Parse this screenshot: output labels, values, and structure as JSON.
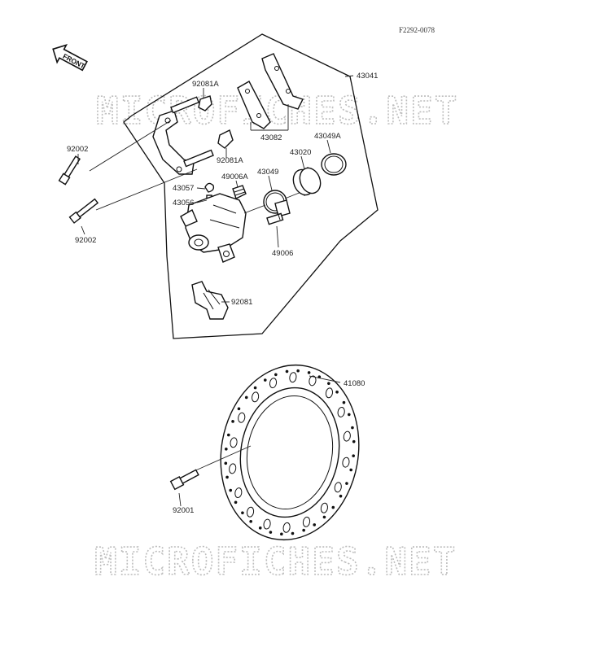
{
  "figure_code": "F2292-0078",
  "front_label": "FRONT",
  "watermark_text": "MICROFICHES.NET",
  "labels": {
    "p43041": "43041",
    "p92081a_top": "92081A",
    "p43082": "43082",
    "p43049a": "43049A",
    "p43020": "43020",
    "p92002_a": "92002",
    "p92081a_mid": "92081A",
    "p43049": "43049",
    "p49006a": "49006A",
    "p43057": "43057",
    "p43056": "43056",
    "p92002_b": "92002",
    "p49006": "49006",
    "p92081": "92081",
    "p41080": "41080",
    "p92001": "92001"
  }
}
